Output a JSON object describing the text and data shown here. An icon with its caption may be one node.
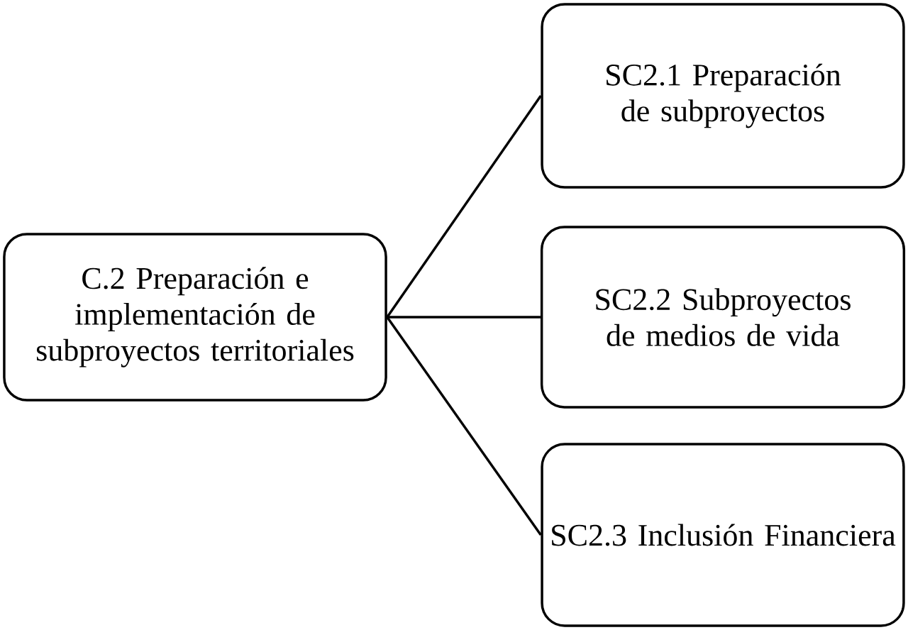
{
  "diagram": {
    "nodes": [
      {
        "text": [
          "C.2 Preparación e implementación de subproyectos territoriales"
        ]
      },
      {
        "text": [
          "SC2.1 Preparación de subproyectos"
        ]
      },
      {
        "text": [
          "SC2.2 Subproyectos de medios de vida"
        ]
      },
      {
        "text": [
          "SC2.3 Inclusión Financiera"
        ]
      }
    ],
    "edges": [
      {
        "from": 0,
        "to": 1,
        "arrow": "none"
      },
      {
        "from": 0,
        "to": 2,
        "arrow": "none"
      },
      {
        "from": 0,
        "to": 3,
        "arrow": "none"
      }
    ]
  }
}
